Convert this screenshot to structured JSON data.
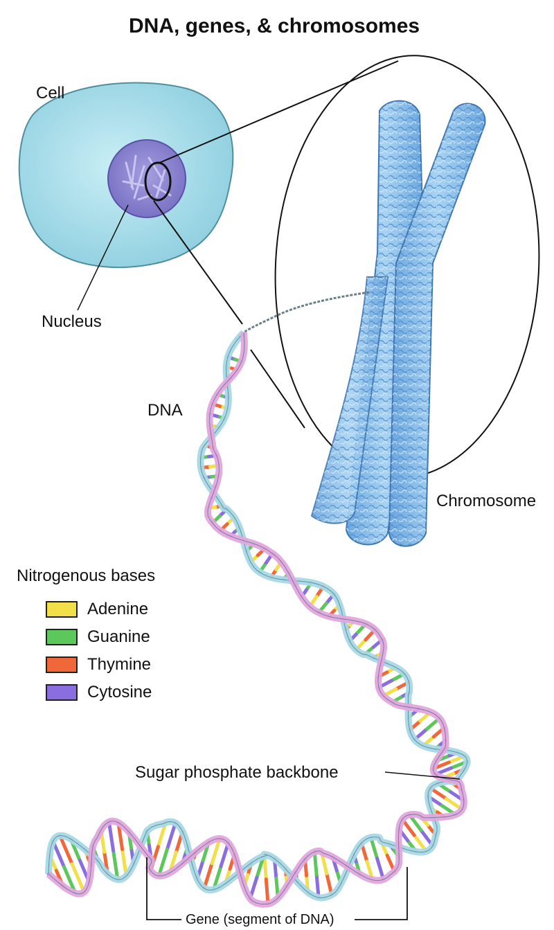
{
  "title": "DNA, genes, & chromosomes",
  "labels": {
    "cell": "Cell",
    "nucleus": "Nucleus",
    "dna": "DNA",
    "chromosome": "Chromosome",
    "backbone": "Sugar phosphate backbone",
    "gene": "Gene (segment of DNA)"
  },
  "legend": {
    "title": "Nitrogenous bases",
    "items": [
      {
        "name": "Adenine",
        "color": "#f2e04a"
      },
      {
        "name": "Guanine",
        "color": "#5cc85c"
      },
      {
        "name": "Thymine",
        "color": "#f0683a"
      },
      {
        "name": "Cytosine",
        "color": "#8a6ee0"
      }
    ]
  },
  "colors": {
    "cell_fill": "#a9dde8",
    "nucleus_fill": "#8e86d4",
    "chromosome_fill": "#7fb7e8",
    "backbone_blue": "#a9d8e6",
    "backbone_pink": "#e2a6de"
  }
}
